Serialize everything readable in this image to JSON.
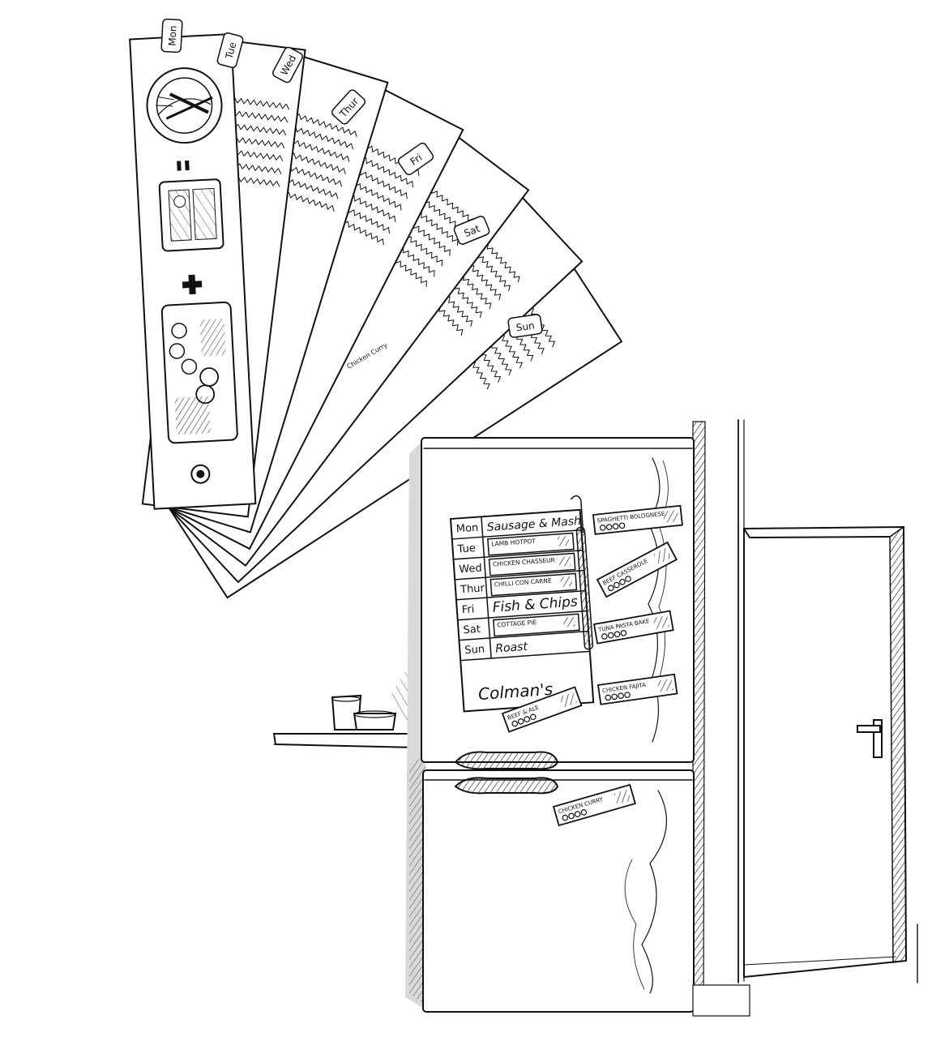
{
  "fan": {
    "tabs": [
      "Mon",
      "Tue",
      "Wed",
      "Thur",
      "Fri",
      "Sat",
      "Sun"
    ],
    "card_note": "Chicken Curry"
  },
  "planner": {
    "days": [
      "Mon",
      "Tue",
      "Wed",
      "Thur",
      "Fri",
      "Sat",
      "Sun"
    ],
    "handwritten": {
      "mon": "Sausage & Mash",
      "fri": "Fish & Chips",
      "sun": "Roast"
    },
    "cards_in_grid": {
      "tue": "LAMB HOTPOT",
      "wed": "CHICKEN CHASSEUR",
      "thur": "CHILLI CON CARNE",
      "sat": "COTTAGE PIE"
    },
    "brand": "Colman's"
  },
  "fridge_cards": [
    "SPAGHETTI BOLOGNESE",
    "BEEF CASSEROLE",
    "TUNA PASTA BAKE",
    "CHICKEN FAJITA",
    "BEEF & ALE",
    "CHICKEN CURRY"
  ],
  "colors": {
    "ink": "#111111",
    "paper": "#ffffff",
    "shadow": "#d9d9d9"
  }
}
